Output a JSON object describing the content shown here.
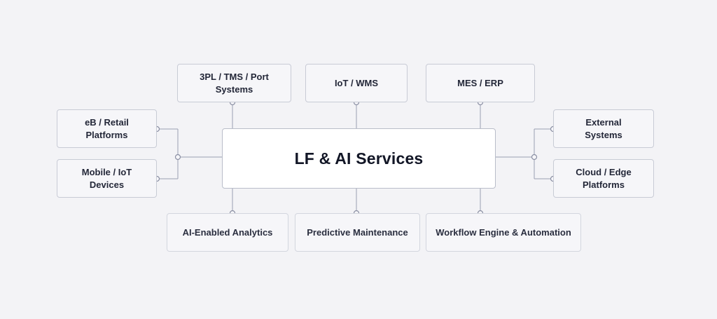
{
  "center": {
    "label": "LF & AI Services"
  },
  "top": [
    {
      "label": "3PL / TMS / Port\nSystems"
    },
    {
      "label": "IoT / WMS"
    },
    {
      "label": "MES / ERP"
    }
  ],
  "left": [
    {
      "label": "eB / Retail\nPlatforms"
    },
    {
      "label": "Mobile / IoT\nDevices"
    }
  ],
  "right": [
    {
      "label": "External\nSystems"
    },
    {
      "label": "Cloud / Edge\nPlatforms"
    }
  ],
  "bottom": [
    {
      "label": "AI-Enabled Analytics"
    },
    {
      "label": "Predictive Maintenance"
    },
    {
      "label": "Workflow Engine & Automation"
    }
  ]
}
